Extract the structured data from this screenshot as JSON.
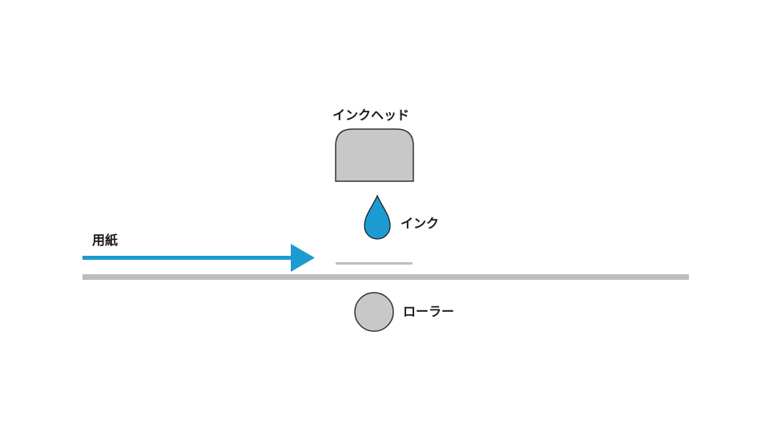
{
  "labels": {
    "ink_head": "インクヘッド",
    "ink": "インク",
    "paper": "用紙",
    "roller": "ローラー"
  },
  "colors": {
    "arrow": "#1b9bd1",
    "ink_drop": "#1b9bd1",
    "head_fill": "#c8c8c8",
    "roller_fill": "#c8c8c8",
    "outline": "#333333",
    "transport_bar": "#bdbdbd",
    "paper_sheet": "#bdbdbd"
  }
}
